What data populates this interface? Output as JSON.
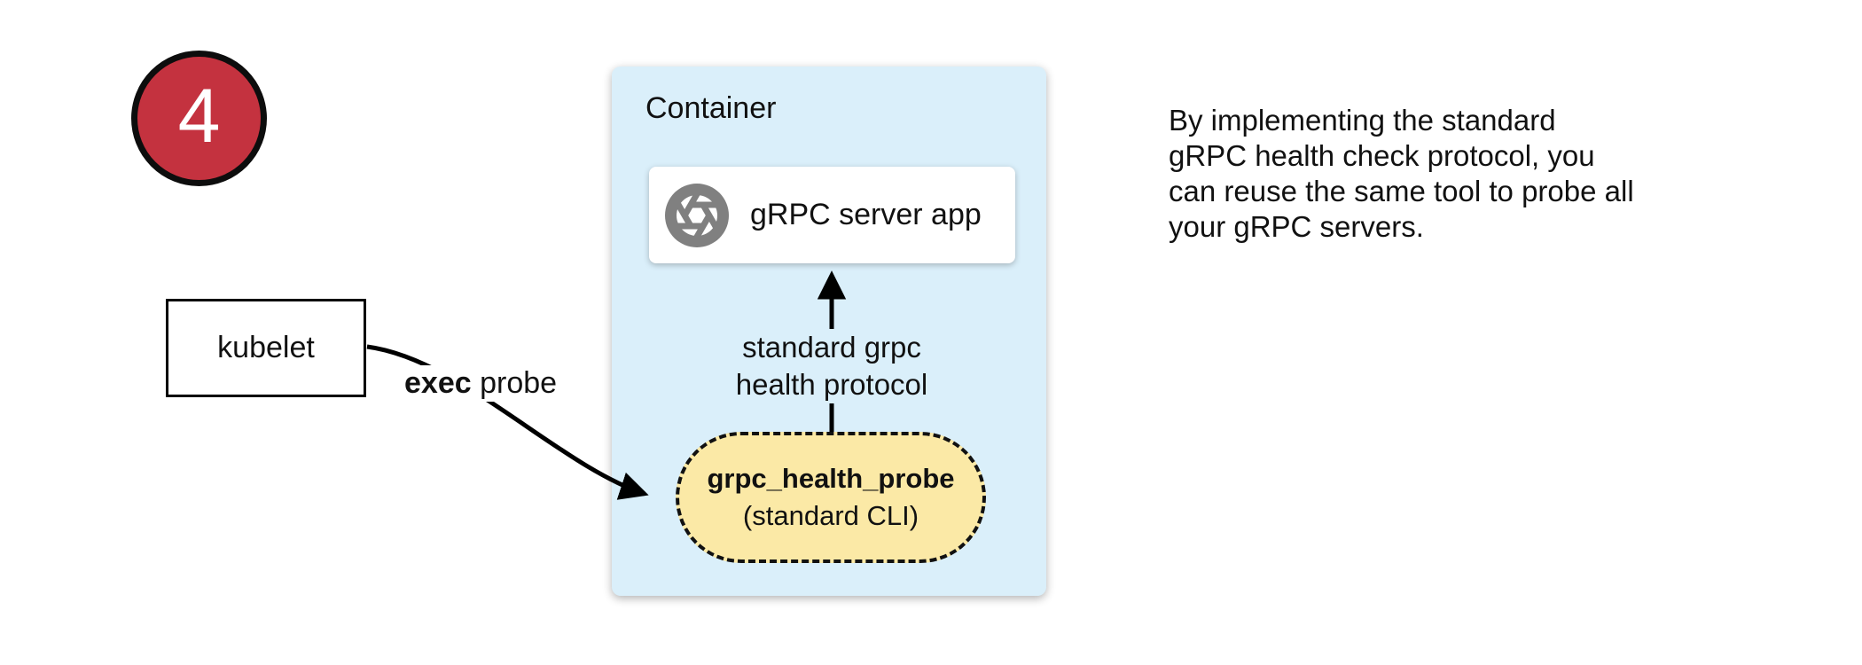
{
  "step_badge": {
    "number": "4",
    "fill_color": "#c4323f",
    "border_color": "#0d0d0d"
  },
  "kubelet_box": {
    "label": "kubelet"
  },
  "exec_probe_label": {
    "bold": "exec",
    "rest": " probe"
  },
  "container": {
    "title": "Container",
    "fill_color": "#daeffa",
    "grpc_server_box": {
      "label": "gRPC server app",
      "icon": "aperture-icon",
      "icon_color": "#808080"
    },
    "probe_pill": {
      "title": "grpc_health_probe",
      "subtitle": "(standard CLI)",
      "fill_color": "#fbe9a6"
    },
    "protocol_arrow_label": "standard grpc\nhealth protocol"
  },
  "annotation": {
    "text": "By implementing the standard\ngRPC health check protocol, you\ncan reuse the same tool to probe all\nyour gRPC servers."
  }
}
